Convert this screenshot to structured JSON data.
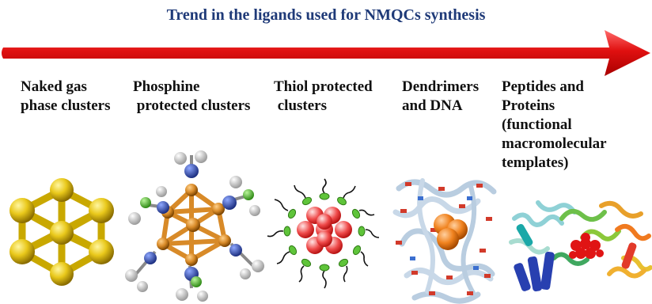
{
  "title": "Trend in the ligands used for NMQCs synthesis",
  "colors": {
    "title": "#1f3a78",
    "arrow": "#e01010",
    "gold": "#e9c81a",
    "copper": "#d88a28",
    "ligand_blue": "#2e4ea8",
    "ligand_green": "#5fc43a",
    "core_red": "#ef4a4a",
    "dendrimer_orange": "#f0821e"
  },
  "stages": [
    {
      "label": "Naked gas\nphase clusters",
      "icon": "gold-cluster-icon"
    },
    {
      "label": "Phosphine\n protected clusters",
      "icon": "phosphine-cluster-icon"
    },
    {
      "label": "Thiol protected\n clusters",
      "icon": "thiol-cluster-icon"
    },
    {
      "label": "Dendrimers\nand DNA",
      "icon": "dendrimer-dna-icon"
    },
    {
      "label": "Peptides and\nProteins\n(functional\nmacromolecular\ntemplates)",
      "icon": "protein-template-icon"
    }
  ]
}
